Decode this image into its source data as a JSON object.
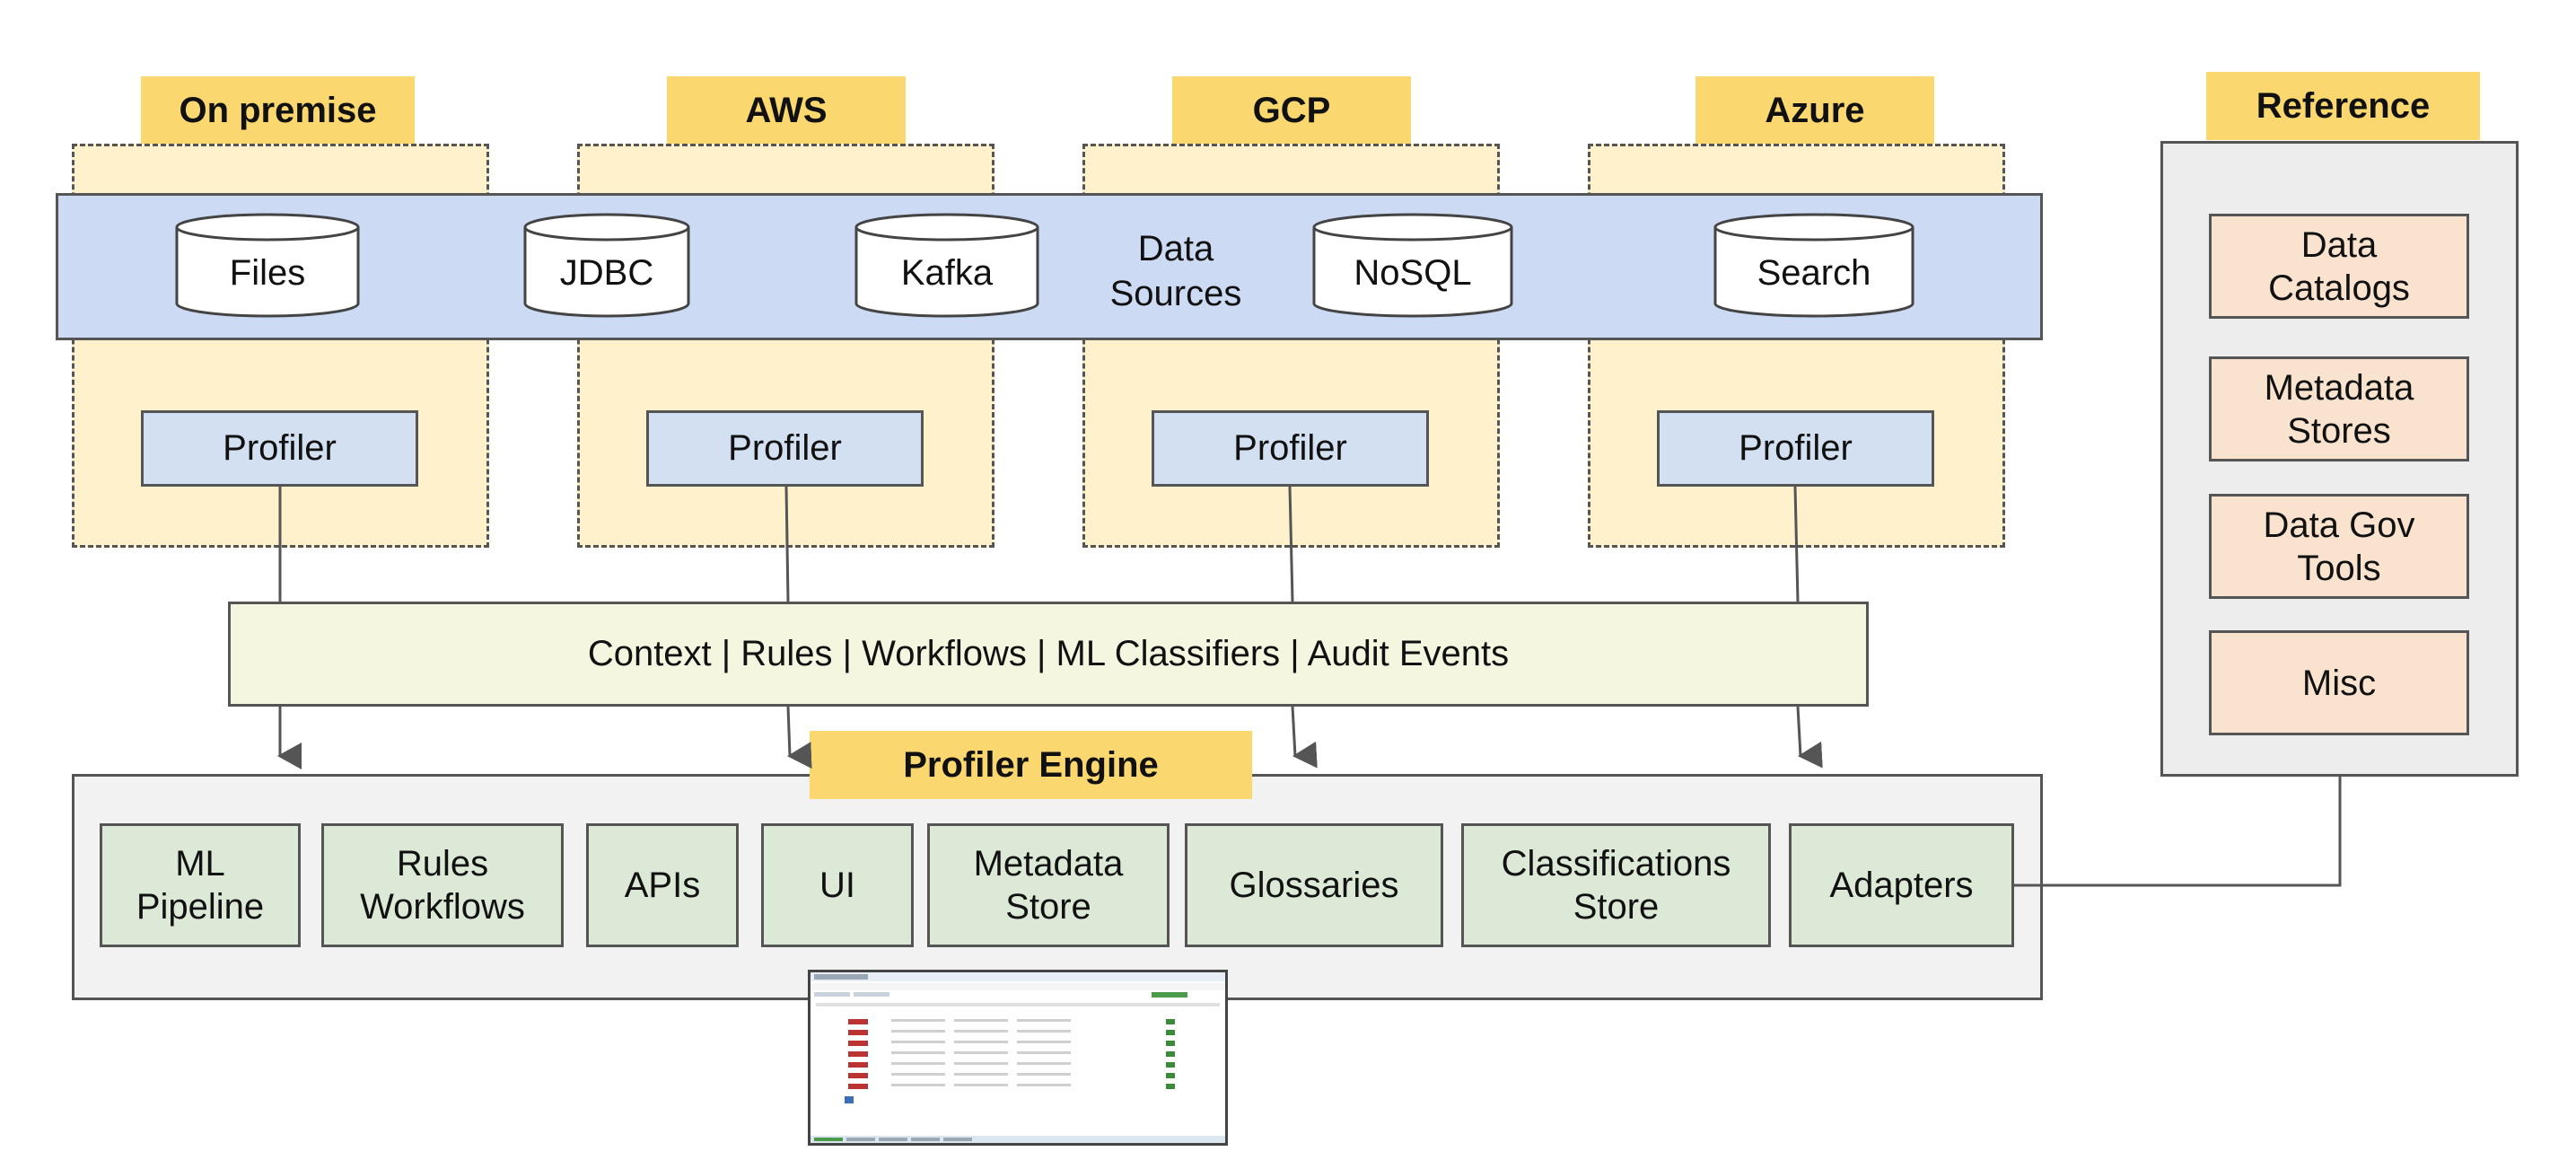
{
  "environments": [
    {
      "key": "onprem",
      "label": "On premise",
      "source": "Files",
      "profiler": "Profiler"
    },
    {
      "key": "aws",
      "label": "AWS",
      "source": "JDBC",
      "profiler": "Profiler"
    },
    {
      "key": "gcp",
      "label": "GCP",
      "source": "Kafka",
      "profiler": "Profiler"
    },
    {
      "key": "azure",
      "label": "Azure",
      "source": "NoSQL",
      "profiler": "Profiler"
    }
  ],
  "extra_source": "Search",
  "data_sources_label": "Data\nSources",
  "context_bar": "Context | Rules | Workflows | ML Classifiers | Audit Events",
  "engine": {
    "title": "Profiler Engine",
    "modules": [
      "ML\nPipeline",
      "Rules\nWorkflows",
      "APIs",
      "UI",
      "Metadata\nStore",
      "Glossaries",
      "Classifications\nStore",
      "Adapters"
    ]
  },
  "reference": {
    "title": "Reference",
    "items": [
      "Data\nCatalogs",
      "Metadata\nStores",
      "Data Gov\nTools",
      "Misc"
    ]
  },
  "colors": {
    "tag": "#fad86f",
    "zone": "#fff1cc",
    "band": "#ccdaf4",
    "profiler": "#d3e0f1",
    "context": "#f5f6e0",
    "engine": "#f2f2f2",
    "module": "#dbe9d6",
    "reference_item": "#f9e3cf",
    "stroke": "#555555"
  }
}
